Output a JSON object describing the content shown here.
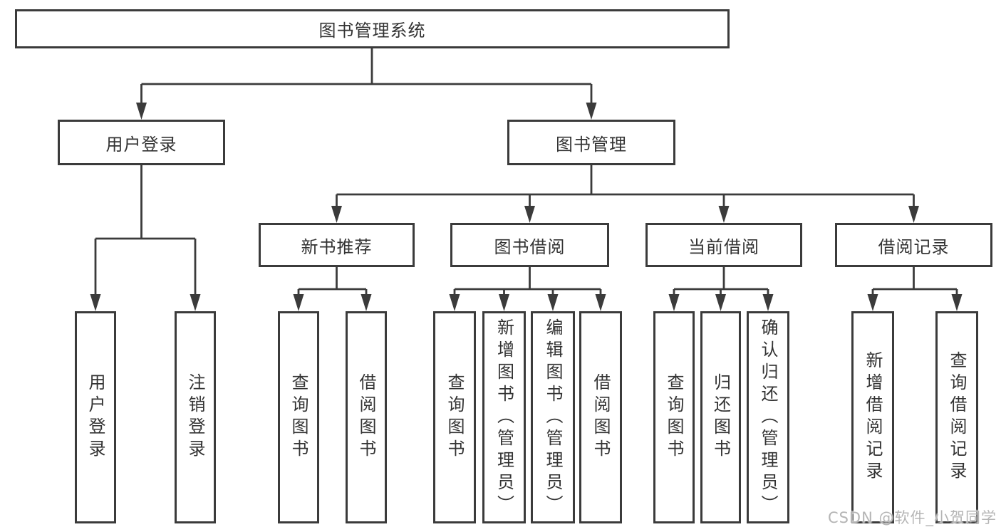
{
  "page": {
    "background_color": "#ffffff",
    "line_color": "#3b3b3b",
    "text_color": "#333333",
    "watermark_color": "#b5b5b5"
  },
  "watermark": "CSDN @软件_小贺同学",
  "tree": {
    "root": "图书管理系统",
    "branches": [
      {
        "label": "用户登录",
        "children": [
          "用户登录",
          "注销登录"
        ]
      },
      {
        "label": "图书管理",
        "groups": [
          {
            "label": "新书推荐",
            "children": [
              "查询图书",
              "借阅图书"
            ]
          },
          {
            "label": "图书借阅",
            "children": [
              "查询图书",
              "新增图书（管理员）",
              "编辑图书（管理员）",
              "借阅图书"
            ]
          },
          {
            "label": "当前借阅",
            "children": [
              "查询图书",
              "归还图书",
              "确认归还（管理员）"
            ]
          },
          {
            "label": "借阅记录",
            "children": [
              "新增借阅记录",
              "查询借阅记录"
            ]
          }
        ]
      }
    ]
  }
}
